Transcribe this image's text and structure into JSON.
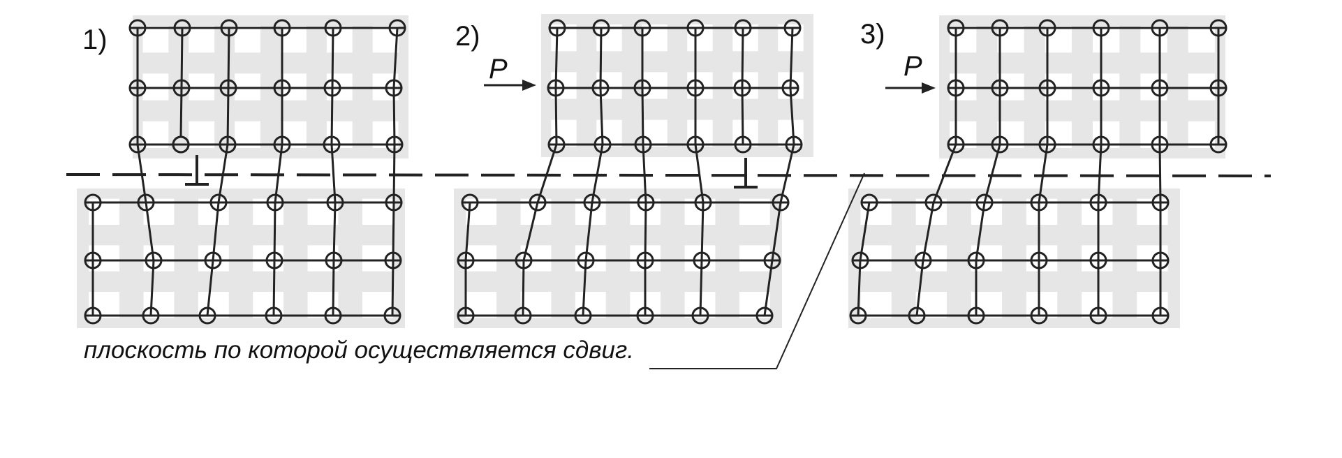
{
  "panels": [
    {
      "label": "1)",
      "force_label": ""
    },
    {
      "label": "2)",
      "force_label": "P"
    },
    {
      "label": "3)",
      "force_label": "P"
    }
  ],
  "caption": "плоскость по которой осуществляется сдвиг.",
  "icons": {
    "dislocation": "edge-dislocation-symbol",
    "force": "force-arrow-icon"
  },
  "colors": {
    "ink": "#222222",
    "background_blocks": "#e6e6e6"
  }
}
